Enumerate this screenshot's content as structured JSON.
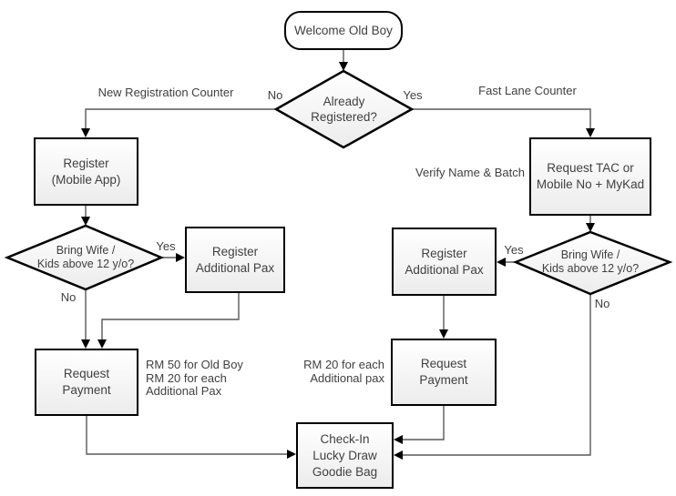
{
  "diagram": {
    "nodes": {
      "welcome": {
        "label": "Welcome Old Boy",
        "shape": "terminator"
      },
      "already_registered": {
        "label": "Already\nRegistered?",
        "shape": "decision"
      },
      "register_mobile": {
        "label": "Register\n(Mobile App)",
        "shape": "process"
      },
      "bring_wife_left": {
        "label": "Bring Wife /\nKids above 12 y/o?",
        "shape": "decision"
      },
      "register_additional_pax_left": {
        "label": "Register\nAdditional Pax",
        "shape": "process"
      },
      "request_payment_left": {
        "label": "Request\nPayment",
        "shape": "process"
      },
      "request_tac": {
        "label": "Request TAC or\nMobile No + MyKad",
        "shape": "process"
      },
      "bring_wife_right": {
        "label": "Bring Wife /\nKids above 12 y/o?",
        "shape": "decision"
      },
      "register_additional_pax_right": {
        "label": "Register\nAdditional Pax",
        "shape": "process"
      },
      "request_payment_right": {
        "label": "Request\nPayment",
        "shape": "process"
      },
      "check_in": {
        "label": "Check-In\nLucky Draw\nGoodie Bag",
        "shape": "process"
      }
    },
    "edge_labels": {
      "no_top": "No",
      "yes_top": "Yes",
      "new_registration_counter": "New Registration Counter",
      "fast_lane_counter": "Fast Lane Counter",
      "yes_left": "Yes",
      "no_left": "No",
      "yes_right": "Yes",
      "no_right": "No"
    },
    "annotations": {
      "verify_name_batch": "Verify Name & Batch",
      "fee_left": "RM 50 for Old Boy\nRM 20 for each\nAdditional Pax",
      "fee_right": "RM 20 for each\nAdditional pax"
    },
    "colors": {
      "shape_border": "#000000",
      "shape_fill_top": "#ffffff",
      "shape_fill_bottom": "#ececec",
      "connector": "#595959",
      "arrowhead": "#000000",
      "text": "#404040",
      "background": "#ffffff"
    }
  }
}
